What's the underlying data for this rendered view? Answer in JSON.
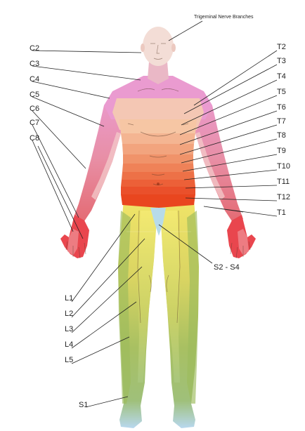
{
  "title": "Trigeminal Nerve Branches",
  "left_labels": [
    "C2",
    "C3",
    "C4",
    "C5",
    "C6",
    "C7",
    "C8"
  ],
  "right_labels": [
    "T2",
    "T3",
    "T4",
    "T5",
    "T6",
    "T7",
    "T8",
    "T9",
    "T10",
    "T11",
    "T12",
    "T1"
  ],
  "leg_labels": [
    "L1",
    "L2",
    "L3",
    "L4",
    "L5",
    "S1"
  ],
  "sacral_label": "S2 - S4",
  "colors": {
    "head": "#f3ddd6",
    "neck_c": "#ea9bd0",
    "arm": "#e8a0b8",
    "hand": "#e9464e",
    "t_light": "#f5c0a0",
    "t_dark": "#e9461f",
    "leg_yellow": "#ece268",
    "leg_green": "#97b860",
    "foot_blue": "#b8d8f0",
    "sacral": "#b7dbe9"
  }
}
